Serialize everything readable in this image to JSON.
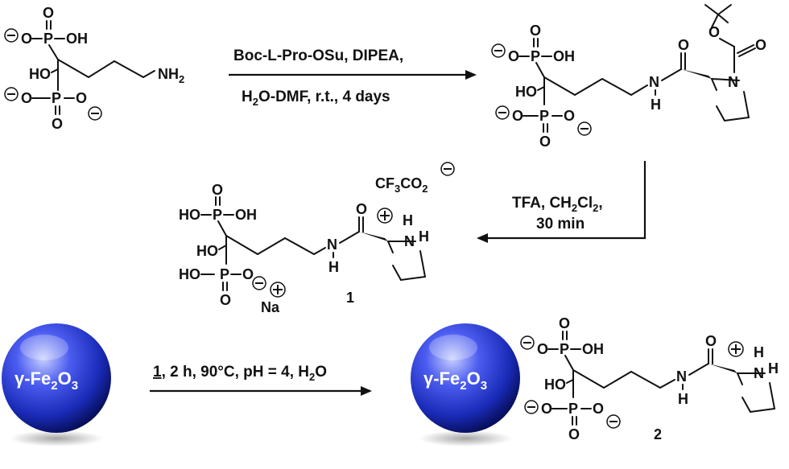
{
  "atoms": {
    "p": "P",
    "o": "O",
    "oh": "OH",
    "ho": "HO",
    "h": "H",
    "n": "N",
    "nh2": "NH",
    "sub2": "2",
    "sub3": "3",
    "na": "Na",
    "cf3co2": "CF",
    "co2": "CO"
  },
  "steps": [
    {
      "line1": "Boc-L-Pro-OSu, DIPEA,",
      "line2a": "H",
      "line2b": "2",
      "line2c": "O-DMF, r.t., 4 days"
    },
    {
      "line1a": "TFA, CH",
      "line1b": "2",
      "line1c": "Cl",
      "line1d": "2",
      "line1e": ",",
      "line2": "30 min"
    },
    {
      "line1a": "1",
      "line1b": ", 2 h, 90°C, pH = 4, H",
      "line1c": "2",
      "line1d": "O"
    }
  ],
  "compounds": {
    "c1": "1",
    "c2": "2"
  },
  "nanoparticle": {
    "label_a": "γ-Fe",
    "label_b": "2",
    "label_c": "O",
    "label_d": "3"
  },
  "charges": {
    "minus": "−",
    "plus": "+"
  },
  "colors": {
    "sphere_light": "#9aa8ff",
    "sphere_mid": "#2b3fd8",
    "sphere_dark": "#0a1470"
  }
}
